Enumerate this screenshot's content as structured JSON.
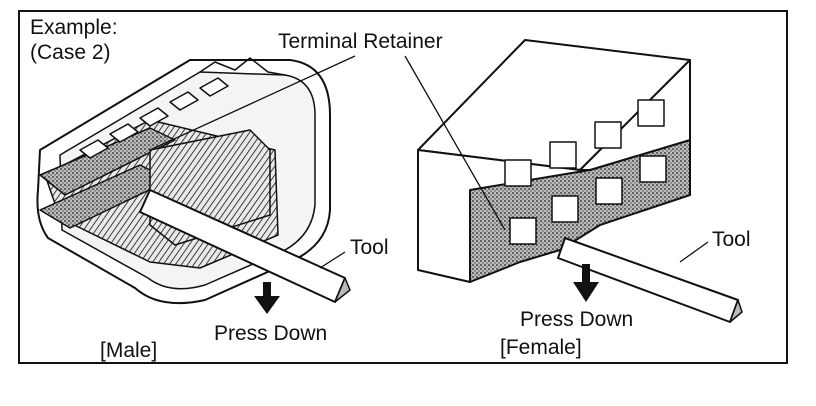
{
  "example": {
    "line1": "Example:",
    "line2": "(Case 2)"
  },
  "labels": {
    "terminal_retainer": "Terminal Retainer",
    "tool_left": "Tool",
    "tool_right": "Tool",
    "press_down_left": "Press Down",
    "press_down_right": "Press Down",
    "male": "[Male]",
    "female": "[Female]"
  }
}
